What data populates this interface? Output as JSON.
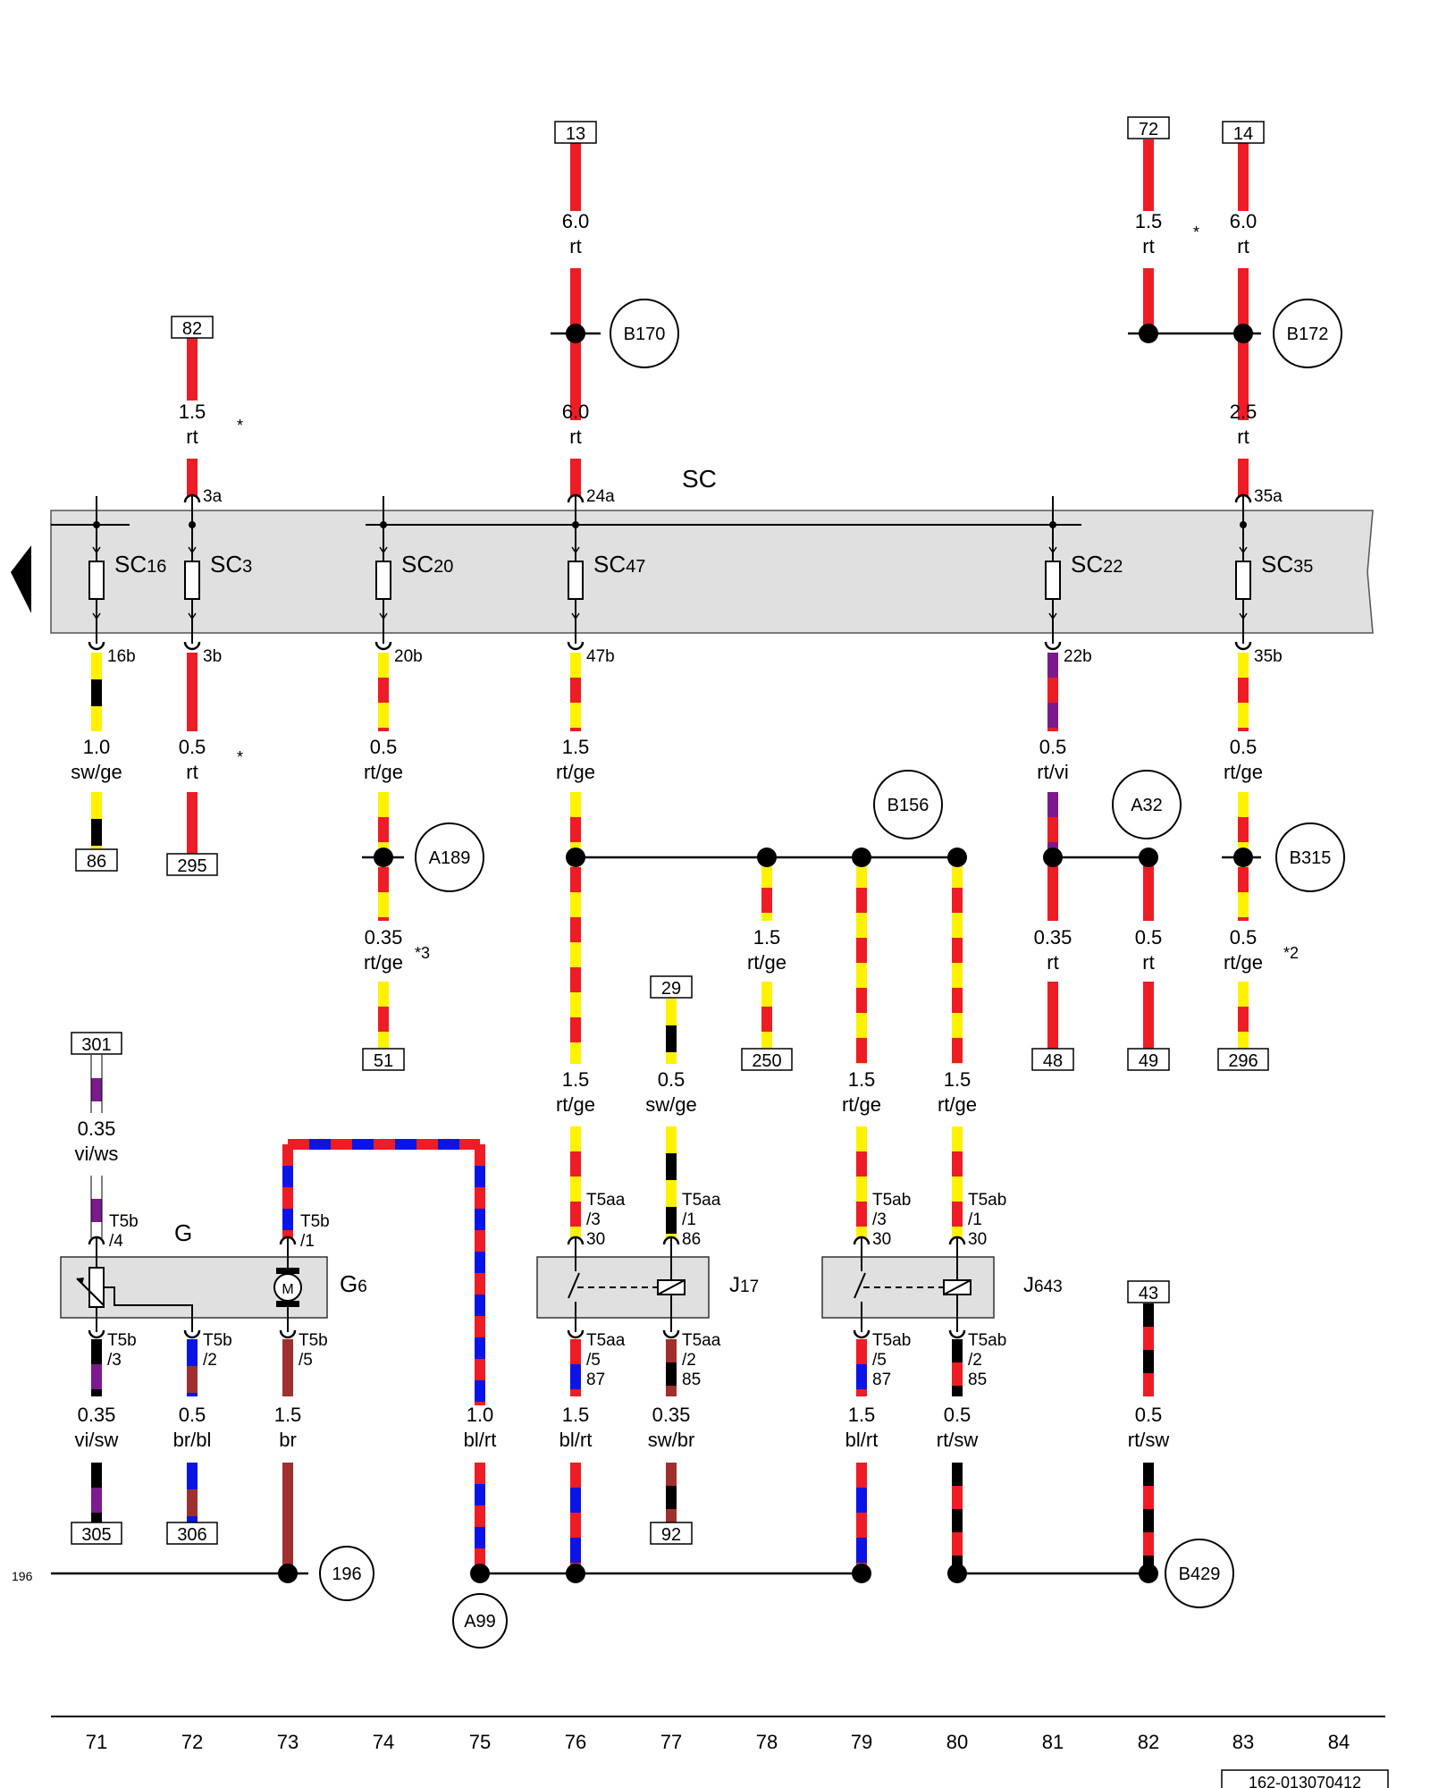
{
  "bus": {
    "label": "SC",
    "fuses": [
      "SC16",
      "SC3",
      "SC20",
      "SC47",
      "SC22",
      "SC35"
    ]
  },
  "terminals": {
    "t13": "13",
    "t72": "72",
    "t14": "14",
    "t82": "82",
    "t86": "86",
    "t295": "295",
    "t51": "51",
    "t250": "250",
    "t29": "29",
    "t48": "48",
    "t49": "49",
    "t296": "296",
    "t301": "301",
    "t43": "43",
    "t305": "305",
    "t306": "306",
    "t92": "92"
  },
  "connectors": {
    "c3a": "3a",
    "c24a": "24a",
    "c35a": "35a",
    "c16b": "16b",
    "c3b": "3b",
    "c20b": "20b",
    "c47b": "47b",
    "c22b": "22b",
    "c35b": "35b"
  },
  "circles": {
    "B170": "B170",
    "B172": "B172",
    "B156": "B156",
    "A32": "A32",
    "A189": "A189",
    "B315": "B315",
    "c196": "196",
    "A99": "A99",
    "B429": "B429"
  },
  "wires": [
    {
      "id": "w13a",
      "size": "6.0",
      "color": "rt"
    },
    {
      "id": "w13b",
      "size": "6.0",
      "color": "rt"
    },
    {
      "id": "w72",
      "size": "1.5",
      "color": "rt"
    },
    {
      "id": "w14a",
      "size": "6.0",
      "color": "rt"
    },
    {
      "id": "w14b",
      "size": "2.5",
      "color": "rt"
    },
    {
      "id": "w82",
      "size": "1.5",
      "color": "rt"
    },
    {
      "id": "w86",
      "size": "1.0",
      "color": "sw/ge"
    },
    {
      "id": "w295",
      "size": "0.5",
      "color": "rt"
    },
    {
      "id": "w20b",
      "size": "0.5",
      "color": "rt/ge"
    },
    {
      "id": "w51",
      "size": "0.35",
      "color": "rt/ge"
    },
    {
      "id": "w47b",
      "size": "1.5",
      "color": "rt/ge"
    },
    {
      "id": "w22b",
      "size": "0.5",
      "color": "rt/vi"
    },
    {
      "id": "w35b",
      "size": "0.5",
      "color": "rt/ge"
    },
    {
      "id": "w250",
      "size": "1.5",
      "color": "rt/ge"
    },
    {
      "id": "w48",
      "size": "0.35",
      "color": "rt"
    },
    {
      "id": "w49",
      "size": "0.5",
      "color": "rt"
    },
    {
      "id": "w296",
      "size": "0.5",
      "color": "rt/ge"
    },
    {
      "id": "w76top",
      "size": "1.5",
      "color": "rt/ge"
    },
    {
      "id": "w77top",
      "size": "0.5",
      "color": "sw/ge"
    },
    {
      "id": "w79top",
      "size": "1.5",
      "color": "rt/ge"
    },
    {
      "id": "w80top",
      "size": "1.5",
      "color": "rt/ge"
    },
    {
      "id": "w301",
      "size": "0.35",
      "color": "vi/ws"
    },
    {
      "id": "w305",
      "size": "0.35",
      "color": "vi/sw"
    },
    {
      "id": "w306",
      "size": "0.5",
      "color": "br/bl"
    },
    {
      "id": "w73",
      "size": "1.5",
      "color": "br"
    },
    {
      "id": "w75",
      "size": "1.0",
      "color": "bl/rt"
    },
    {
      "id": "w76bot",
      "size": "1.5",
      "color": "bl/rt"
    },
    {
      "id": "w92",
      "size": "0.35",
      "color": "sw/br"
    },
    {
      "id": "w79bot",
      "size": "1.5",
      "color": "bl/rt"
    },
    {
      "id": "w80bot",
      "size": "0.5",
      "color": "rt/sw"
    },
    {
      "id": "w43",
      "size": "0.5",
      "color": "rt/sw"
    }
  ],
  "notes": {
    "n1": "*",
    "n2": "*",
    "n3": "*",
    "n4": "*3",
    "n5": "*2"
  },
  "pins": {
    "p_g4": [
      "T5b",
      "/4"
    ],
    "p_g1": [
      "T5b",
      "/1"
    ],
    "p_g3": [
      "T5b",
      "/3"
    ],
    "p_g2": [
      "T5b",
      "/2"
    ],
    "p_g5": [
      "T5b",
      "/5"
    ],
    "p_j17_330": [
      "T5aa",
      "/3",
      "30"
    ],
    "p_j17_186": [
      "T5aa",
      "/1",
      "86"
    ],
    "p_j17_587": [
      "T5aa",
      "/5",
      "87"
    ],
    "p_j17_285": [
      "T5aa",
      "/2",
      "85"
    ],
    "p_j643_330": [
      "T5ab",
      "/3",
      "30"
    ],
    "p_j643_130": [
      "T5ab",
      "/1",
      "30"
    ],
    "p_j643_587": [
      "T5ab",
      "/5",
      "87"
    ],
    "p_j643_285": [
      "T5ab",
      "/2",
      "85"
    ]
  },
  "components": {
    "G": "G",
    "G6": "G6",
    "J17": "J17",
    "J643": "J643",
    "M": "M"
  },
  "left_ref": "196",
  "axis": [
    "71",
    "72",
    "73",
    "74",
    "75",
    "76",
    "77",
    "78",
    "79",
    "80",
    "81",
    "82",
    "83",
    "84"
  ],
  "doc_id": "162-013070412",
  "colors": {
    "rt": "#ee1c24",
    "ge": "#fff200",
    "sw": "#000000",
    "bl": "#0a14e6",
    "br": "#a0302e",
    "vi": "#7b1a8c",
    "ws": "#ffffff",
    "bus": "#e0e0e0"
  }
}
